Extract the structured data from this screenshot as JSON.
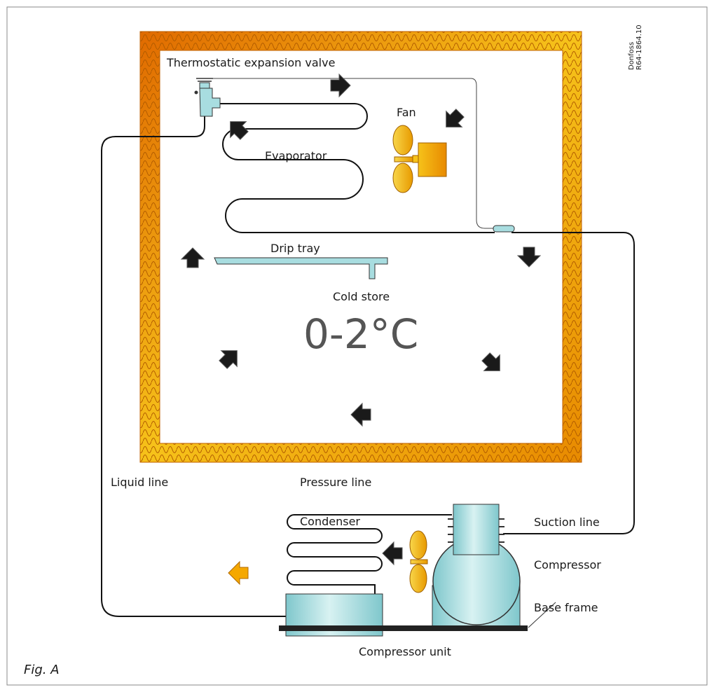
{
  "figure_label": "Fig. A",
  "code": {
    "line1": "Donfoss",
    "line2": "R64-1864.10"
  },
  "labels": {
    "txv": "Thermostatic expansion valve",
    "fan": "Fan",
    "evaporator": "Evaporator",
    "drip_tray": "Drip tray",
    "cold_store": "Cold store",
    "temperature": "0-2°C",
    "liquid_line": "Liquid line",
    "pressure_line": "Pressure line",
    "condenser": "Condenser",
    "suction_line": "Suction line",
    "compressor": "Compressor",
    "base_frame": "Base frame",
    "compressor_unit": "Compressor unit"
  },
  "colors": {
    "insulation": "#f0a818",
    "insulation_dark": "#e07800",
    "component": "#a8dde0",
    "arrow": "#1a1a1a",
    "arrow_warm": "#f5a800"
  }
}
